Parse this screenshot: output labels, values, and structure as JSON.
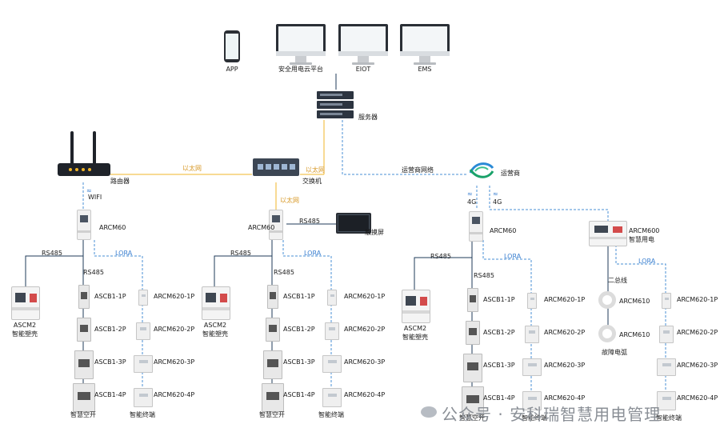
{
  "top": {
    "app_label": "APP",
    "cloud_label": "安全用电云平台",
    "eiot_label": "EIOT",
    "ems_label": "EMS"
  },
  "server_label": "服务器",
  "router_label": "路由器",
  "switch_label": "交换机",
  "carrier_label": "运营商",
  "carrier_net_label": "运营商网络",
  "ethernet_label": "以太网",
  "wifi_label": "WIFI",
  "g4_label": "4G",
  "rs485_label": "RS485",
  "lora_label": "LORA",
  "touchscreen_label": "触摸屏",
  "gw_label": "ARCM60",
  "arcm600_label": "ARCM600",
  "smart_power_label": "智慧用电",
  "two_bus_label": "二总线",
  "arcm610_label": "ARCM610",
  "fault_arc_label": "故障电弧",
  "ascm2_label": "ASCM2",
  "smart_case_label": "智能塑壳",
  "ascb": [
    "ASCB1-1P",
    "ASCB1-2P",
    "ASCB1-3P",
    "ASCB1-4P"
  ],
  "arcm620": [
    "ARCM620-1P",
    "ARCM620-2P",
    "ARCM620-3P",
    "ARCM620-4P"
  ],
  "smart_breaker_label": "智慧空开",
  "smart_terminal_label": "智能终端",
  "watermark": "公众号 · 安科瑞智慧用电管理",
  "colors": {
    "ethernet": "#f0b429",
    "dash_blue": "#4a8fd6",
    "line_dark": "#1f3b5a"
  }
}
